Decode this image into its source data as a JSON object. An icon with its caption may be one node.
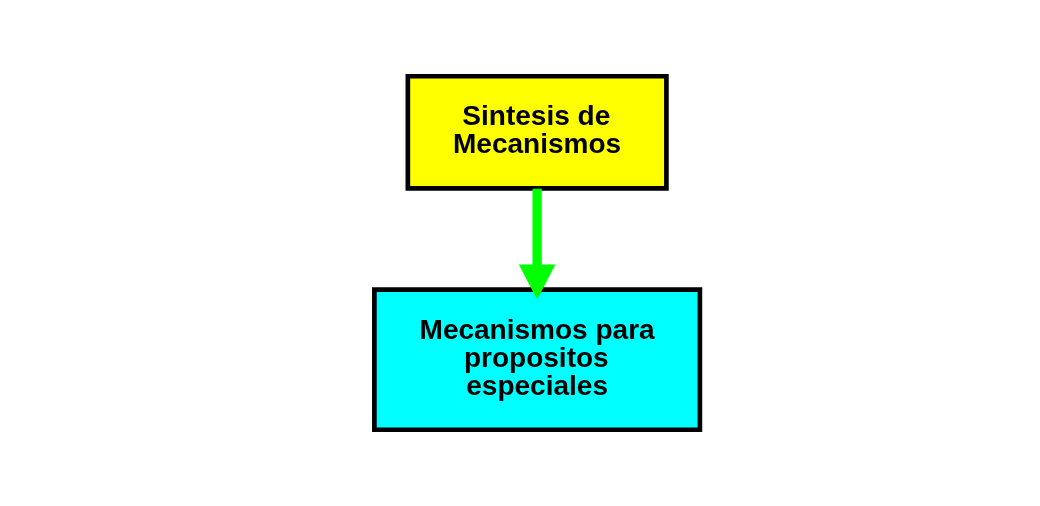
{
  "diagram": {
    "nodes": [
      {
        "text": [
          "Sintesis de Mecanismos"
        ]
      },
      {
        "text": [
          "Mecanismos para propositos especiales"
        ]
      }
    ],
    "edges": [
      {
        "from": 0,
        "to": 1,
        "arrow": "to",
        "color": "#00ff00"
      }
    ]
  }
}
